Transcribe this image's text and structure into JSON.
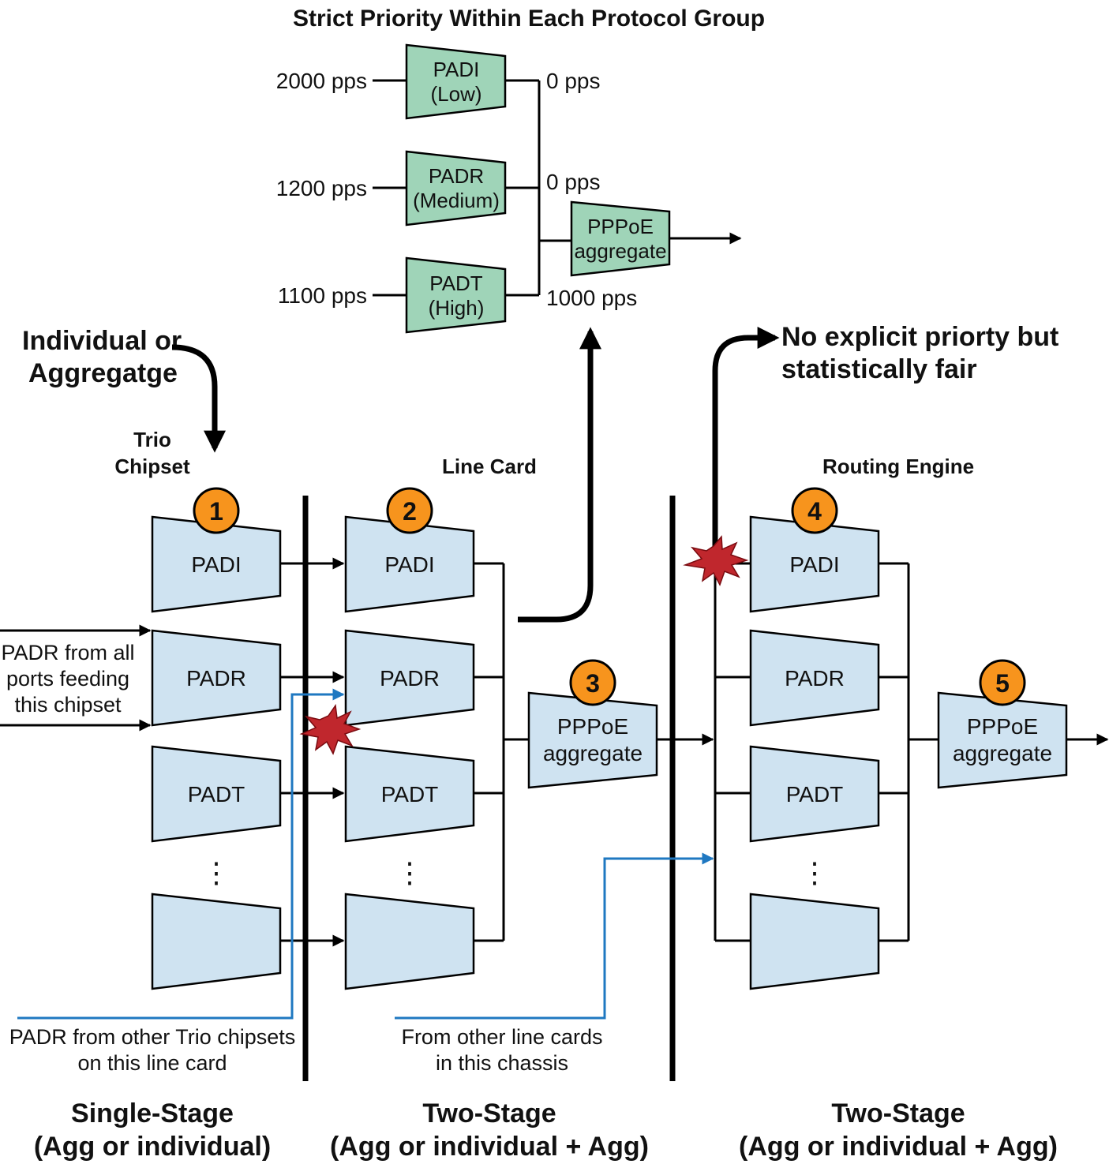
{
  "top": {
    "title": "Strict Priority Within Each Protocol Group",
    "inputs": [
      "2000 pps",
      "1200 pps",
      "1100 pps"
    ],
    "queues": [
      {
        "l1": "PADI",
        "l2": "(Low)"
      },
      {
        "l1": "PADR",
        "l2": "(Medium)"
      },
      {
        "l1": "PADT",
        "l2": "(High)"
      }
    ],
    "outputs": [
      "0 pps",
      "0 pps",
      "1000 pps"
    ],
    "aggregate": {
      "l1": "PPPoE",
      "l2": "aggregate"
    }
  },
  "callouts": {
    "individual_l1": "Individual or",
    "individual_l2": "Aggregatge",
    "fair_l1": "No explicit priorty but",
    "fair_l2": "statistically fair"
  },
  "sections": {
    "trio_l1": "Trio",
    "trio_l2": "Chipset",
    "line_card": "Line Card",
    "routing_engine": "Routing Engine"
  },
  "badges": [
    "1",
    "2",
    "3",
    "4",
    "5"
  ],
  "policers": {
    "padi": "PADI",
    "padr": "PADR",
    "padt": "PADT",
    "dots": "⋮",
    "agg_l1": "PPPoE",
    "agg_l2": "aggregate"
  },
  "notes": {
    "padr_all_l1": "PADR from all",
    "padr_all_l2": "ports feeding",
    "padr_all_l3": "this chipset",
    "other_trio_l1": "PADR from other Trio chipsets",
    "other_trio_l2": "on this line card",
    "other_cards_l1": "From other line cards",
    "other_cards_l2": "in this chassis"
  },
  "stages": [
    {
      "l1": "Single-Stage",
      "l2": "(Agg or individual)"
    },
    {
      "l1": "Two-Stage",
      "l2": "(Agg or individual + Agg)"
    },
    {
      "l1": "Two-Stage",
      "l2": "(Agg or individual + Agg)"
    }
  ],
  "colors": {
    "green": "#9fd4b8",
    "blue": "#cfe3f1",
    "badge": "#f7941d",
    "burst": "#c0272d",
    "flow": "#1f78c1"
  }
}
